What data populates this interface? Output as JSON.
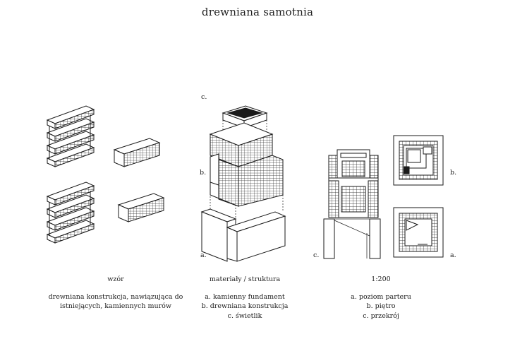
{
  "title": "drewniana samotnia",
  "labels": {
    "iso_c": "c.",
    "iso_b": "b.",
    "iso_a": "a.",
    "plan_c": "c.",
    "plan_b": "b.",
    "plan_a": "a."
  },
  "captions": {
    "left": {
      "head": "wzór",
      "lines": [
        "drewniana konstrukcja, nawiązująca do",
        "istniejących, kamiennych murów"
      ]
    },
    "middle": {
      "head": "materiały / struktura",
      "lines": [
        "a. kamienny fundament",
        "b. drewniana konstrukcja",
        "c. świetlik"
      ]
    },
    "right": {
      "head": "1:200",
      "lines": [
        "a. poziom parteru",
        "b. piętro",
        "c. przekrój"
      ]
    }
  },
  "colors": {
    "ink": "#1a1a1a",
    "paper": "#ffffff"
  }
}
